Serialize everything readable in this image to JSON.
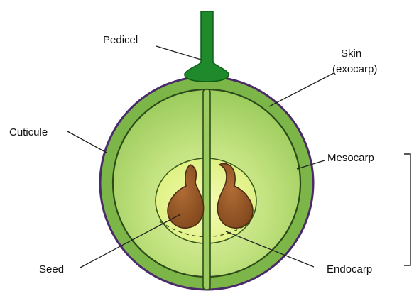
{
  "labels": {
    "pedicel": "Pedicel",
    "skin_line1": "Skin",
    "skin_line2": "(exocarp)",
    "cuticule": "Cuticule",
    "mesocarp": "Mesocarp",
    "seed": "Seed",
    "endocarp": "Endocarp"
  },
  "colors": {
    "pedicel": "#1f8a2c",
    "pedicel_outline": "#0f5e18",
    "cuticle_outline": "#4b2a6b",
    "skin": "#7fb84a",
    "mesocarp_outer": "#a9d66a",
    "mesocarp_inner": "#d7ef9a",
    "endocarp_outer": "#e2f58a",
    "endocarp_inner": "#f3fab0",
    "seed": "#9a5a2a",
    "seed_outline": "#4a2a10",
    "divider": "#2d4a1a",
    "pericarp_bracket": "#222222"
  }
}
